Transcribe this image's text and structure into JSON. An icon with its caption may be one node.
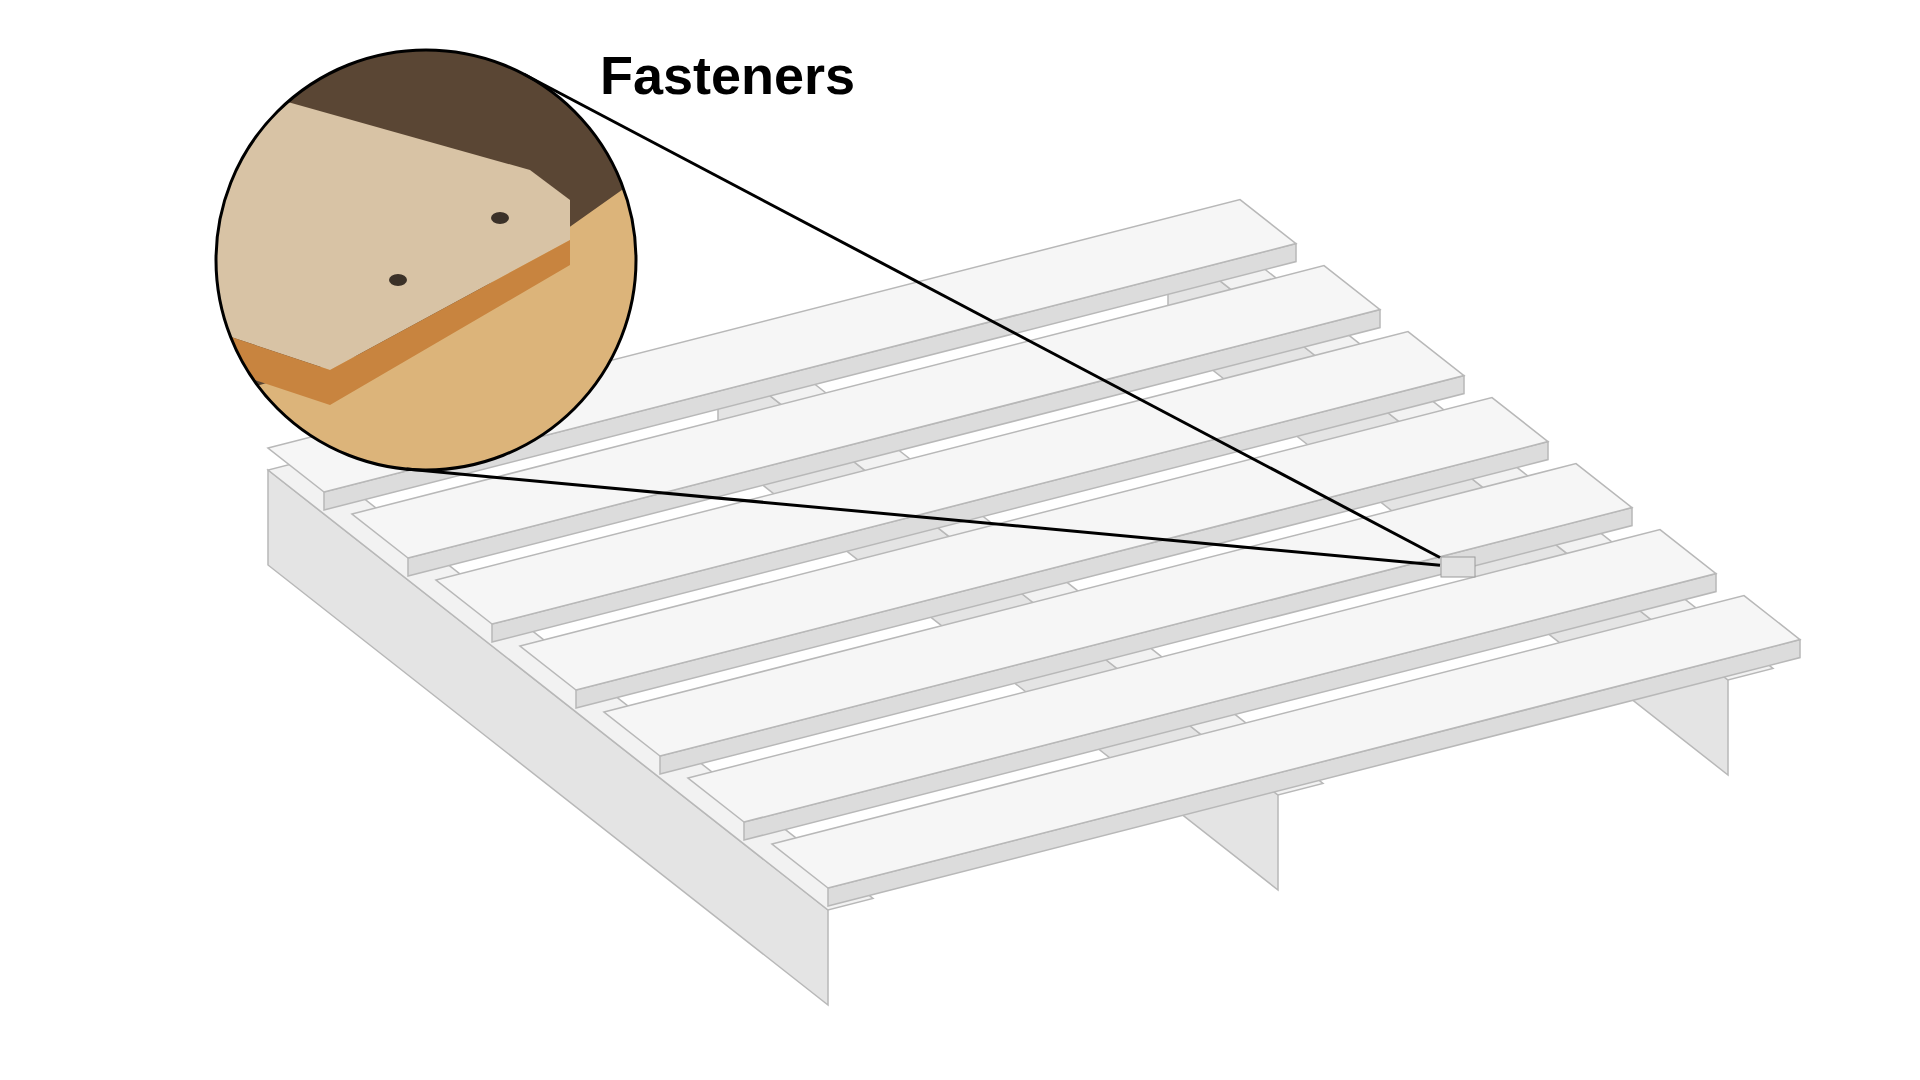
{
  "diagram": {
    "nodes": [
      {
        "text": [
          "Fasteners"
        ]
      },
      {
        "text": [],
        "shape": "box"
      }
    ],
    "edges": [
      {
        "from": 0,
        "to": 1,
        "arrow": "none"
      },
      {
        "from": 0,
        "to": 1,
        "arrow": "none"
      }
    ]
  }
}
